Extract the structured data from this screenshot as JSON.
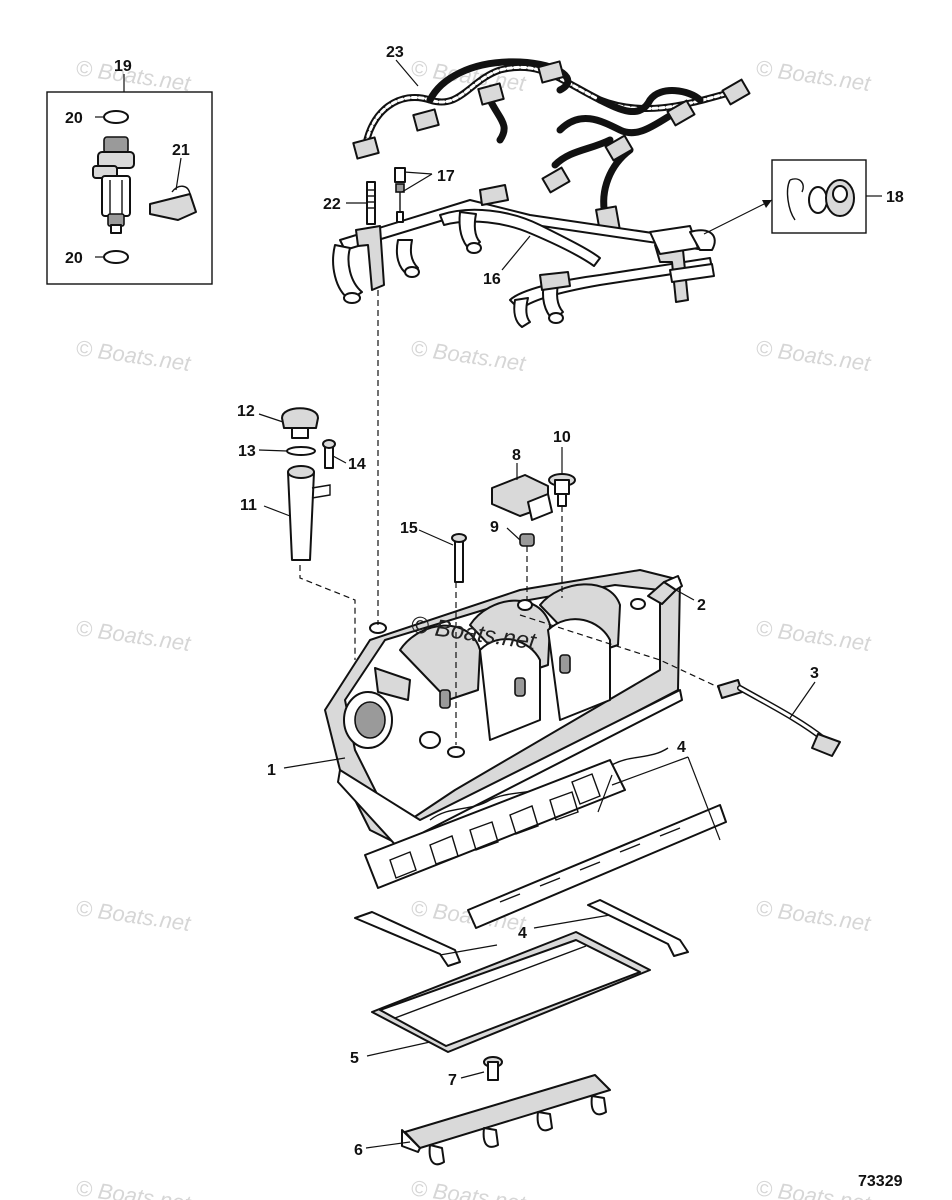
{
  "diagram": {
    "figure_number": "73329",
    "watermark_text": "© Boats.net",
    "callouts": [
      "1",
      "2",
      "3",
      "4",
      "4",
      "5",
      "6",
      "7",
      "8",
      "9",
      "10",
      "11",
      "12",
      "13",
      "14",
      "15",
      "16",
      "17",
      "18",
      "19",
      "20",
      "20",
      "21",
      "22",
      "23"
    ]
  }
}
